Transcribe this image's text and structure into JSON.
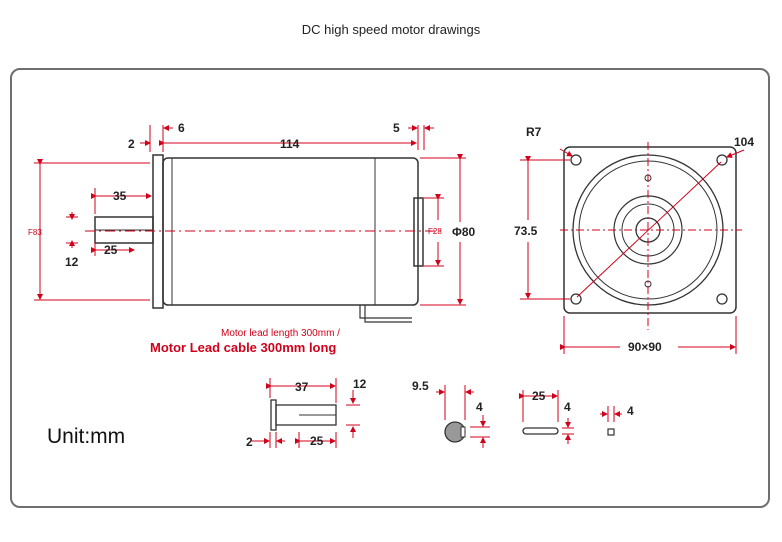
{
  "title": "DC high speed motor drawings",
  "unit_label": "Unit:mm",
  "colors": {
    "dimension": "#d0021b",
    "outline": "#333333",
    "frame": "#6f6f6f"
  },
  "side_view": {
    "dims": {
      "flange": "2",
      "shaft_end": "6",
      "body_length": "114",
      "rear_cap": "5",
      "shaft_length": "35",
      "key_length": "25",
      "height": "F83",
      "shaft_diameter": "12",
      "rear_boss": "F28",
      "diameter": "Φ80"
    },
    "lead_note": "Motor lead length 300mm /",
    "lead_note_bold": "Motor Lead cable 300mm long"
  },
  "front_view": {
    "dims": {
      "corner_radius": "R7",
      "diagonal": "104",
      "hole_spacing": "73.5",
      "square": "90×90"
    }
  },
  "shaft_detail": {
    "dims": {
      "length": "37",
      "diameter": "12",
      "flange": "2",
      "key": "25"
    }
  },
  "section_detail": {
    "dims": {
      "width": "9.5",
      "depth": "4"
    }
  },
  "key_detail": {
    "dims": {
      "length": "25",
      "height": "4"
    }
  },
  "key_section": {
    "dims": {
      "size": "4"
    }
  }
}
